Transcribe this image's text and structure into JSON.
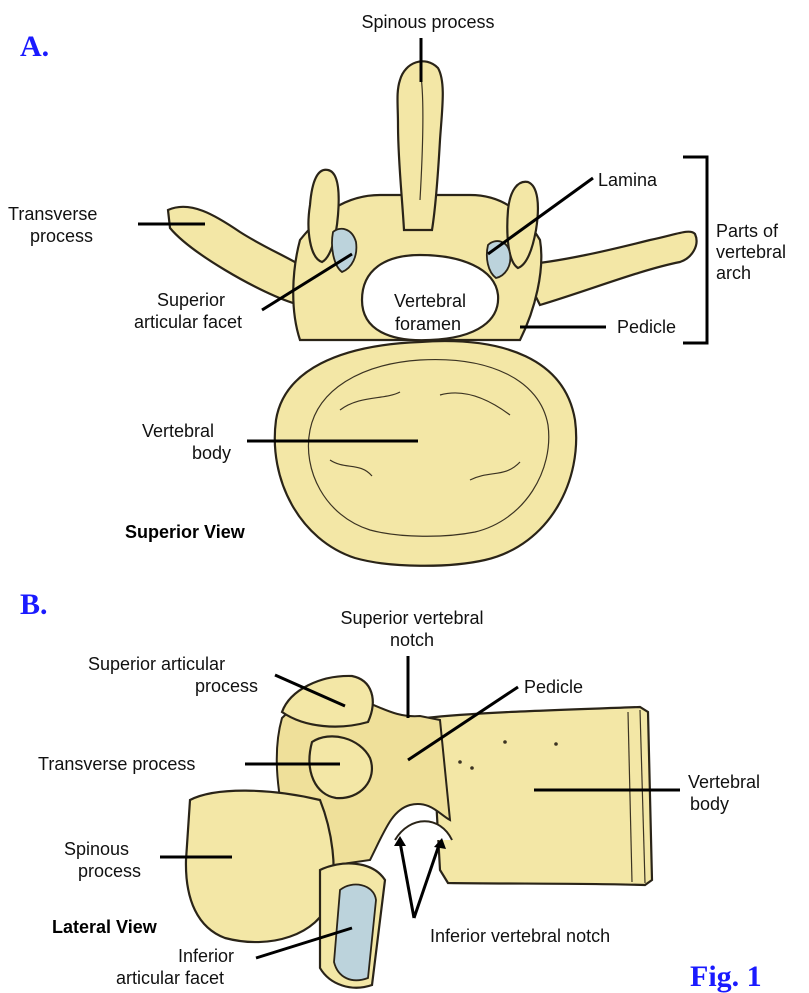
{
  "panels": {
    "a": {
      "letter": "A.",
      "view": "Superior View",
      "labels": {
        "spinous_process": "Spinous process",
        "lamina": "Lamina",
        "transverse_process": [
          "Transverse",
          "process"
        ],
        "parts_of_arch": [
          "Parts of",
          "vertebral",
          "arch"
        ],
        "superior_articular_facet": [
          "Superior",
          "articular facet"
        ],
        "vertebral_foramen": [
          "Vertebral",
          "foramen"
        ],
        "pedicle": "Pedicle",
        "vertebral_body": [
          "Vertebral",
          "body"
        ]
      }
    },
    "b": {
      "letter": "B.",
      "view": "Lateral View",
      "labels": {
        "superior_vertebral_notch": [
          "Superior vertebral",
          "notch"
        ],
        "superior_articular_process": [
          "Superior articular",
          "process"
        ],
        "pedicle": "Pedicle",
        "transverse_process": "Transverse process",
        "vertebral_body": [
          "Vertebral",
          "body"
        ],
        "spinous_process": [
          "Spinous",
          "process"
        ],
        "inferior_articular_facet": [
          "Inferior",
          "articular facet"
        ],
        "inferior_vertebral_notch": "Inferior vertebral notch"
      }
    }
  },
  "figure_label": "Fig. 1",
  "colors": {
    "bone": "#f3e7a6",
    "facet": "#bcd3dc",
    "panel_letter": "#1a1aff"
  }
}
